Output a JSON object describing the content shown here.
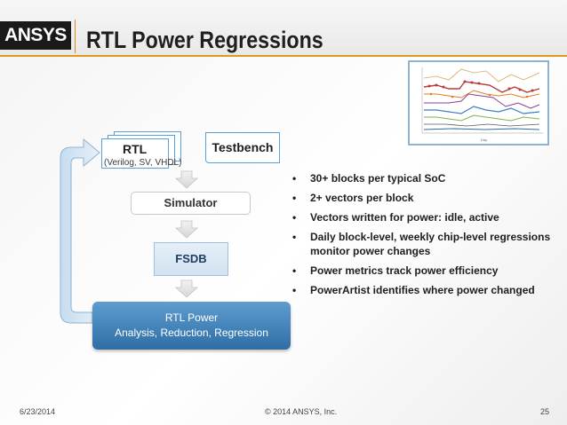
{
  "header": {
    "logo_text": "ANSYS",
    "title": "RTL Power Regressions",
    "accent_color": "#e2971f"
  },
  "thumbnail": {
    "icon": "line-chart-thumbnail-icon",
    "x_tick_label": "Day"
  },
  "flow": {
    "rtl_label": "RTL",
    "rtl_sublabel": "(Verilog, SV, VHDL)",
    "testbench_label": "Testbench",
    "simulator_label": "Simulator",
    "fsdb_label": "FSDB",
    "rtl_power_title": "RTL Power",
    "rtl_power_subtitle": "Analysis, Reduction, Regression",
    "box_color": "#3c7fb8"
  },
  "bullets": [
    "30+ blocks per typical SoC",
    "2+ vectors per block",
    "Vectors written for power: idle, active",
    "Daily block-level, weekly chip-level regressions monitor power changes",
    "Power metrics track power efficiency",
    "PowerArtist identifies where power changed"
  ],
  "footer": {
    "date": "6/23/2014",
    "copyright": "© 2014 ANSYS, Inc.",
    "page_number": "25"
  }
}
